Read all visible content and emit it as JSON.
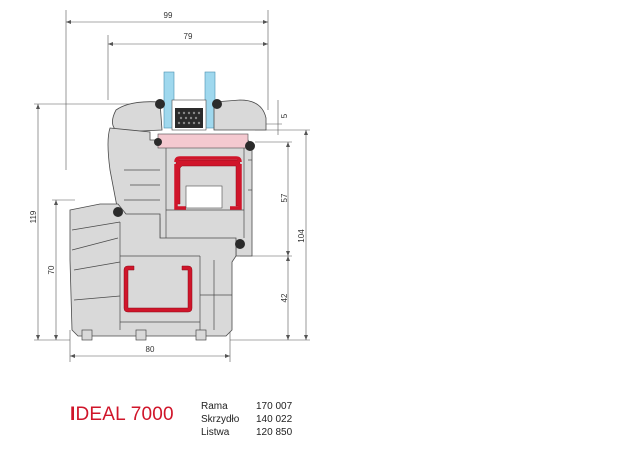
{
  "dimensions": {
    "overall_width": "99",
    "sash_width": "79",
    "gasket_offset": "5",
    "sash_height": "57",
    "total_height_right": "104",
    "total_height_left": "119",
    "frame_height": "70",
    "frame_lower": "42",
    "frame_width": "80"
  },
  "brand": {
    "initial": "I",
    "rest": "DEAL 7000"
  },
  "profiles": [
    {
      "name": "Rama",
      "code": "170 007"
    },
    {
      "name": "Skrzydło",
      "code": "140 022"
    },
    {
      "name": "Listwa",
      "code": "120 850"
    }
  ],
  "colors": {
    "profile": "#d9d9d9",
    "outline": "#4a4a4a",
    "reinforcement": "#d0152a",
    "glass": "#9fd8ee",
    "dimension_line": "#555555",
    "gasket": "#2b2b2b"
  }
}
